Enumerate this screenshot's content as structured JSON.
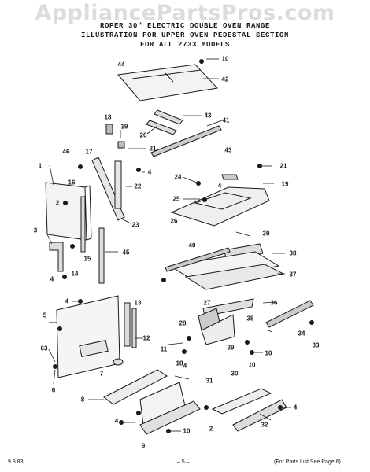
{
  "watermark": "AppliancePartsPros.com",
  "header": {
    "line1": "ROPER 30\" ELECTRIC DOUBLE OVEN RANGE",
    "line2": "ILLUSTRATION FOR UPPER OVEN PEDESTAL SECTION",
    "line3": "FOR ALL 2733 MODELS"
  },
  "footer": {
    "date": "9.8.83",
    "page": "– 5 –",
    "note": "(For Parts List See Page 6)"
  },
  "callouts": {
    "c44": "44",
    "c10a": "10",
    "c42": "42",
    "c43a": "43",
    "c20": "20",
    "c41": "41",
    "c18": "18",
    "c19a": "19",
    "c21a": "21",
    "c46": "46",
    "c17": "17",
    "c4a": "4",
    "c22": "22",
    "c1": "1",
    "c16": "16",
    "c2a": "2",
    "c43b": "43",
    "c21b": "21",
    "c24": "24",
    "c4b": "4",
    "c19b": "19",
    "c25": "25",
    "c26": "26",
    "c23": "23",
    "c3": "3",
    "c15": "15",
    "c14": "14",
    "c45": "45",
    "c4c": "4",
    "c39": "39",
    "c40": "40",
    "c38": "38",
    "c37": "37",
    "c4d": "4",
    "c13": "13",
    "c5": "5",
    "c12": "12",
    "c27": "27",
    "c36": "36",
    "c28": "28",
    "c35": "35",
    "c34": "34",
    "c29": "29",
    "c11": "11",
    "c33": "33",
    "c63": "63",
    "c10b": "10",
    "c10c": "10",
    "c4e": "4",
    "c7": "7",
    "c6": "6",
    "c18b": "18",
    "c31": "31",
    "c8": "8",
    "c30": "30",
    "c4f": "4",
    "c4g": "4",
    "c32": "32",
    "c2b": "2",
    "c10d": "10",
    "c9": "9"
  }
}
